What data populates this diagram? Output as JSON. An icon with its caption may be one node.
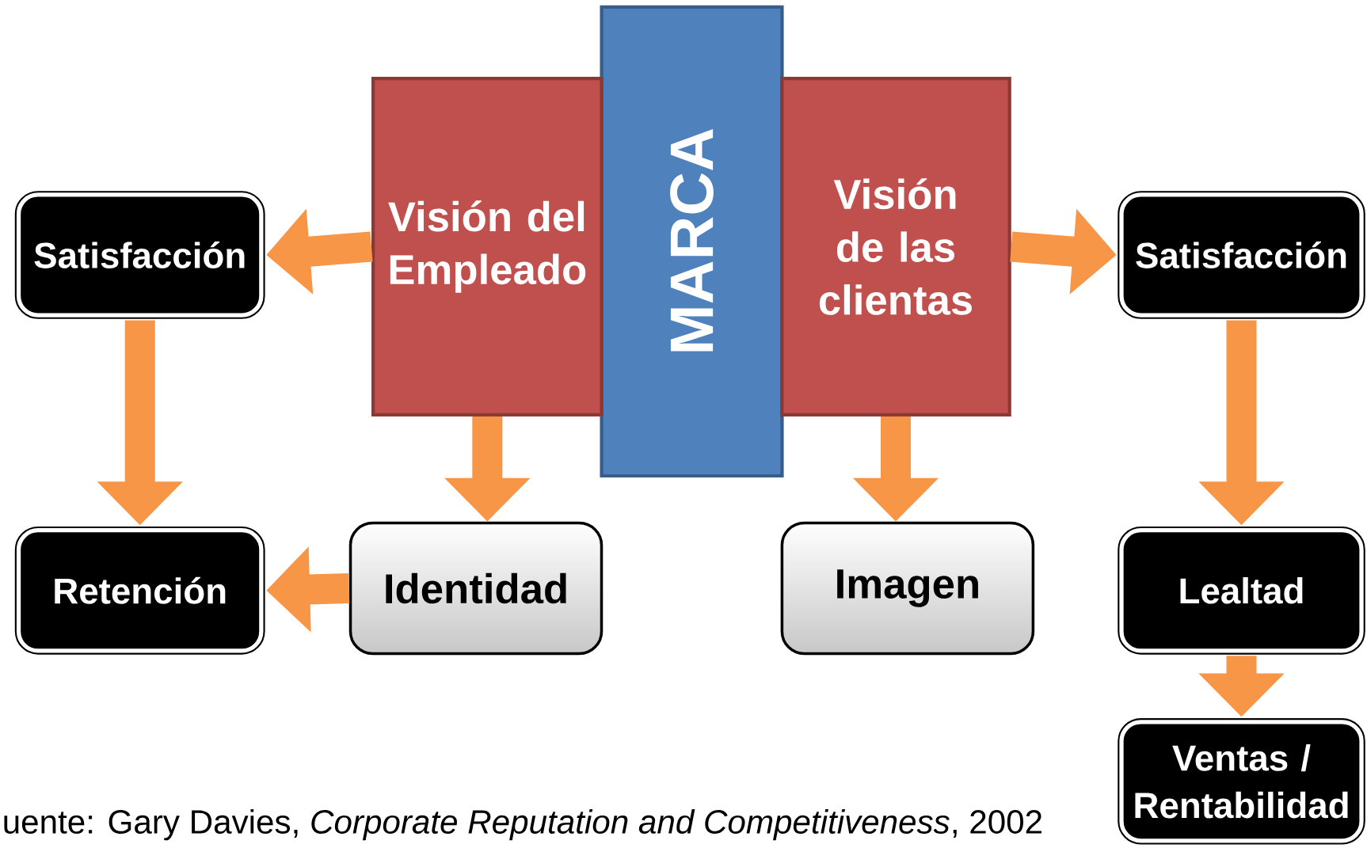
{
  "diagram": {
    "nodes": [
      {
        "text": [
          "MARCA"
        ]
      },
      {
        "text": [
          "Visión del Empleado"
        ]
      },
      {
        "text": [
          "Visión de las clientas"
        ]
      },
      {
        "text": [
          "Satisfacción"
        ]
      },
      {
        "text": [
          "Retención"
        ]
      },
      {
        "text": [
          "Identidad"
        ]
      },
      {
        "text": [
          "Imagen"
        ]
      },
      {
        "text": [
          "Satisfacción"
        ]
      },
      {
        "text": [
          "Lealtad"
        ]
      },
      {
        "text": [
          "Ventas / Rentabilidad"
        ]
      }
    ],
    "edges": [
      {
        "from": 1,
        "to": 3,
        "arrow": "to"
      },
      {
        "from": 3,
        "to": 4,
        "arrow": "to"
      },
      {
        "from": 1,
        "to": 5,
        "arrow": "to"
      },
      {
        "from": 5,
        "to": 4,
        "arrow": "to"
      },
      {
        "from": 2,
        "to": 7,
        "arrow": "to"
      },
      {
        "from": 7,
        "to": 8,
        "arrow": "to"
      },
      {
        "from": 8,
        "to": 9,
        "arrow": "to"
      },
      {
        "from": 2,
        "to": 6,
        "arrow": "to"
      }
    ],
    "labels": [
      "uente: Gary Davies, *Corporate Reputation and Competitiveness*, 2002"
    ]
  }
}
